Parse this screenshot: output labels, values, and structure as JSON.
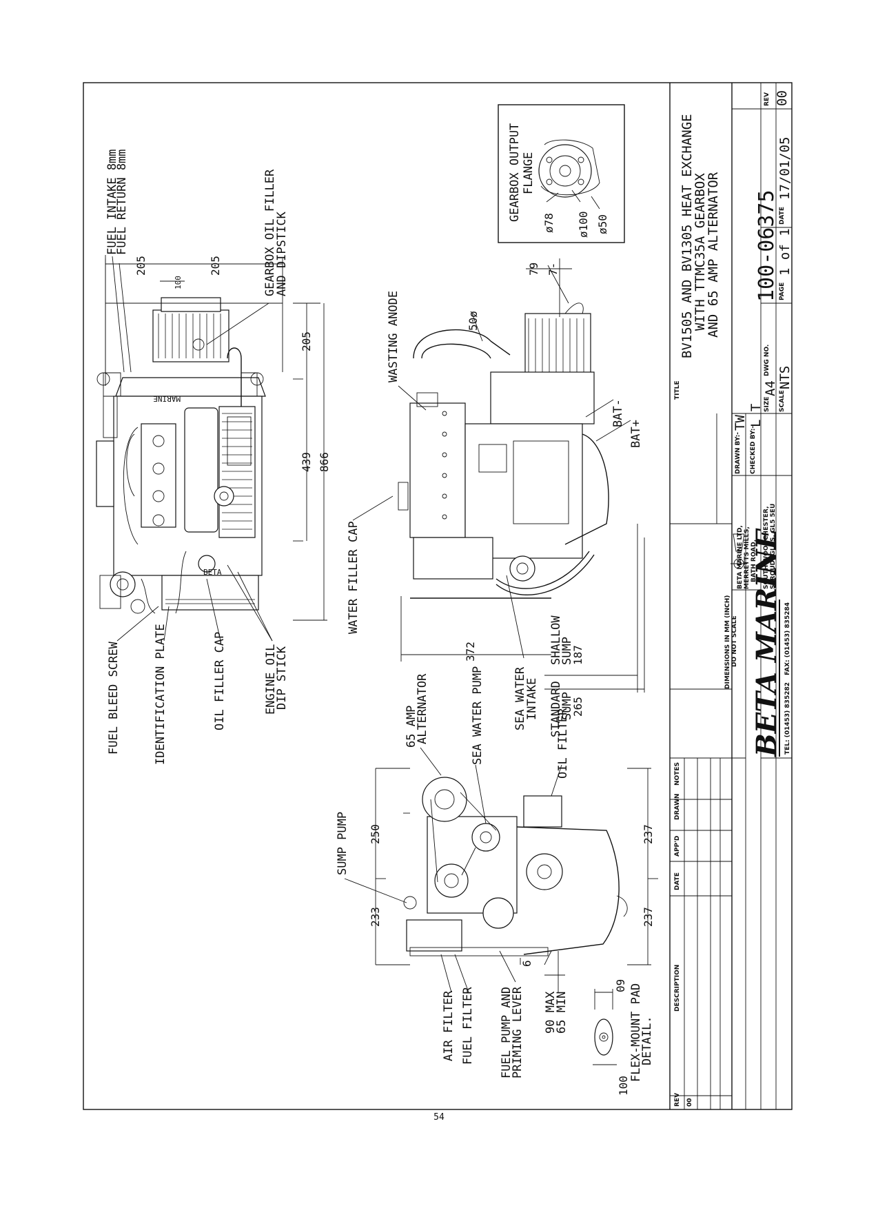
{
  "labels": {
    "fuel_intake": "FUEL INTAKE 8mm",
    "fuel_return": "FUEL RETURN 8mm",
    "gearbox_oil_filler": "GEARBOX OIL FILLER",
    "and_dipstick": "AND DIPSTICK",
    "fuel_bleed_screw": "FUEL BLEED SCREW",
    "identification_plate": "IDENTIFICATION PLATE",
    "oil_filler_cap": "OIL FILLER CAP",
    "engine_oil": "ENGINE OIL",
    "dip_stick": "DIP STICK",
    "water_filler_cap": "WATER FILLER CAP",
    "wasting_anode": "WASTING ANODE",
    "bat_minus": "BAT-",
    "bat_plus": "BAT+",
    "sea_water_intake_1": "SEA WATER",
    "sea_water_intake_2": "INTAKE",
    "shallow_sump_1": "SHALLOW",
    "shallow_sump_2": "SUMP",
    "standard_sump_1": "STANDARD",
    "standard_sump_2": "SUMP",
    "alt_65_1": "65 AMP",
    "alt_65_2": "ALTERNATOR",
    "sea_water_pump": "SEA WATER PUMP",
    "oil_filter": "OIL FILTER",
    "sump_pump": "SUMP PUMP",
    "air_filter": "AIR FILTER",
    "fuel_filter": "FUEL FILTER",
    "fuel_pump_1": "FUEL PUMP AND",
    "fuel_pump_2": "PRIMING LEVER",
    "max_90": "90 MAX",
    "min_65": "65 MIN",
    "flex_mount_1": "FLEX-MOUNT PAD",
    "flex_mount_2": "DETAIL.",
    "gearbox_flange_1": "GEARBOX OUTPUT",
    "gearbox_flange_2": "FLANGE",
    "marine_badge": "MARINE",
    "beta_badge": "BETA"
  },
  "dimensions": {
    "d205a": "205",
    "d100a": "100",
    "d205b": "205",
    "d205c": "205",
    "d439": "439",
    "d866": "866",
    "d372": "372",
    "d187": "187",
    "d265": "265",
    "d79": "79",
    "d7": "7-",
    "d50": "50ø",
    "d250": "250",
    "d233": "233",
    "d237a": "237",
    "d237b": "237",
    "d6": "6",
    "d09": "09",
    "d100b": "100",
    "f78": "ø78",
    "f100": "ø100",
    "f50": "ø50"
  },
  "title_block": {
    "title_label": "TITLE",
    "title_line1": "BV1505 AND BV1305 HEAT EXCHANGE",
    "title_line2": "WITH TTMC35A GEARBOX",
    "title_line3": "AND 65 AMP ALTERNATOR",
    "size_label": "SIZE",
    "size_value": "A4",
    "dwg_no_label": "DWG NO.",
    "dwg_no_value": "100-06375",
    "rev_label": "REV",
    "rev_value": "00",
    "drawn_by_label": "DRAWN BY:-",
    "drawn_by_value": "TW",
    "checked_by_label": "CHECKED BY:-",
    "checked_by_value": "L T",
    "scale_label": "SCALE",
    "scale_value": "NTS",
    "page_label": "PAGE",
    "page_value": "1 of 1",
    "date_label": "DATE",
    "date_value": "17/01/05",
    "dims_note_1": "DIMENSIONS IN MM (INCH)",
    "dims_note_2": "DO NOT SCALE",
    "brand": "BETA MARINE",
    "tel": "TEL: (01453) 835282",
    "fax": "FAX: (01453) 835284",
    "addr1": "BETA MARINE LTD,",
    "addr2": "MERRETTS MILLS,",
    "addr3": "BATH ROAD,",
    "addr4": "SOUTH WOODCHESTER,",
    "addr5": "STROUD, GLOS. GL5 5EU",
    "notes_label": "NOTES",
    "drawn_label": "DRAWN",
    "appd_label": "APP'D",
    "date_col_label": "DATE",
    "description_label": "DESCRIPTION",
    "rev_col_label": "REV",
    "rev_col_value": "00"
  },
  "page_number": "54"
}
